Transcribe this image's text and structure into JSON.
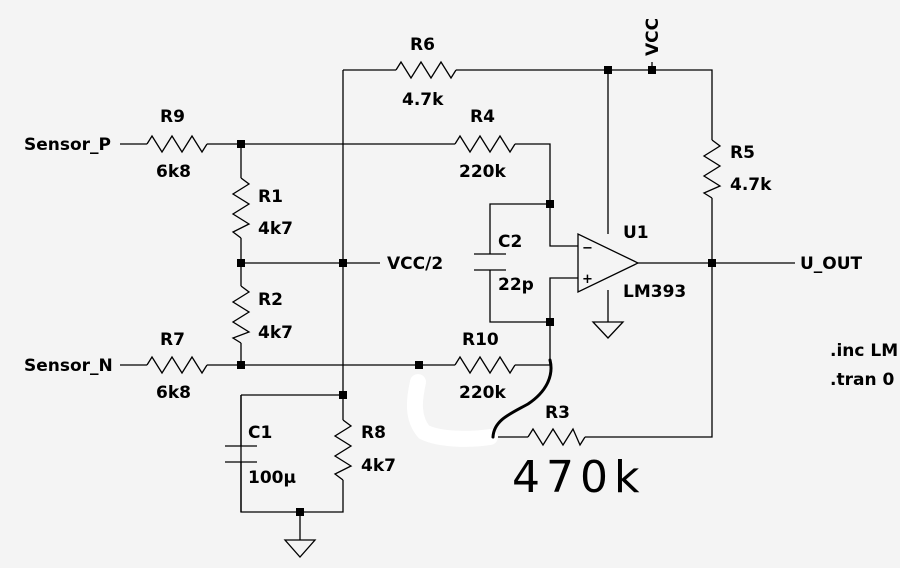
{
  "nets": {
    "vcc": "VCC",
    "vcc_half": "VCC/2",
    "sensor_p": "Sensor_P",
    "sensor_n": "Sensor_N",
    "u_out": "U_OUT"
  },
  "components": {
    "R1": {
      "name": "R1",
      "value": "4k7"
    },
    "R2": {
      "name": "R2",
      "value": "4k7"
    },
    "R3": {
      "name": "R3"
    },
    "R4": {
      "name": "R4",
      "value": "220k"
    },
    "R5": {
      "name": "R5",
      "value": "4.7k"
    },
    "R6": {
      "name": "R6",
      "value": "4.7k"
    },
    "R7": {
      "name": "R7",
      "value": "6k8"
    },
    "R8": {
      "name": "R8",
      "value": "4k7"
    },
    "R9": {
      "name": "R9",
      "value": "6k8"
    },
    "R10": {
      "name": "R10",
      "value": "220k"
    },
    "C1": {
      "name": "C1",
      "value": "100µ"
    },
    "C2": {
      "name": "C2",
      "value": "22p"
    },
    "U1": {
      "name": "U1",
      "value": "LM393",
      "minus": "−",
      "plus": "+"
    }
  },
  "directives": [
    ".inc LM",
    ".tran 0"
  ],
  "annotation": {
    "handwritten_value": "470k"
  }
}
